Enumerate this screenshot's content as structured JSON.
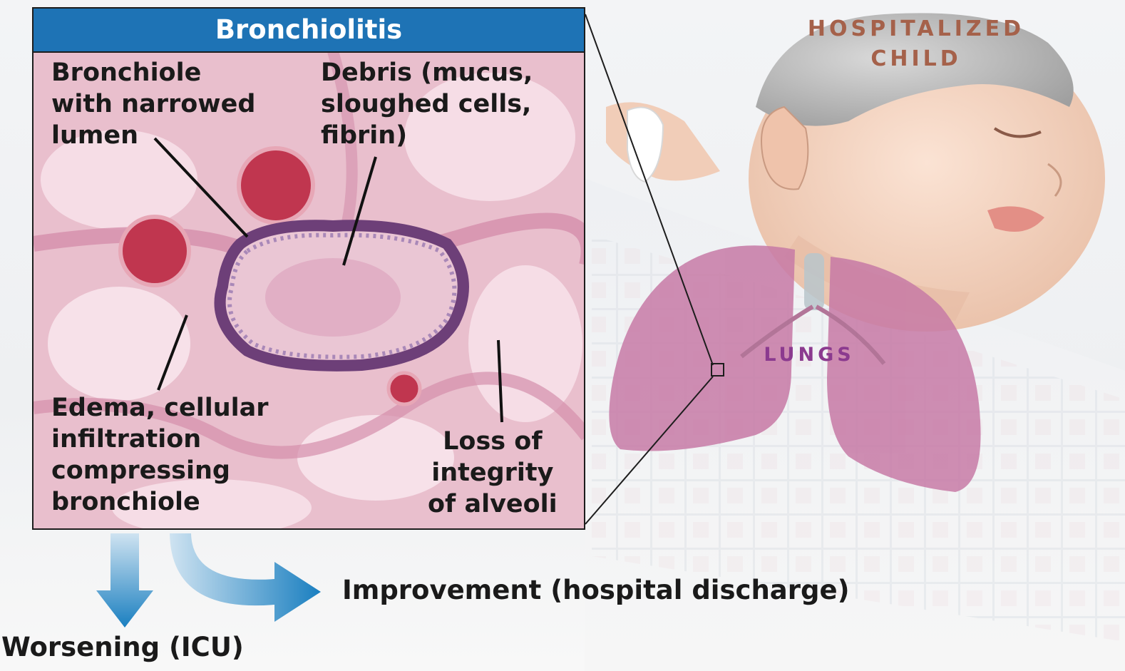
{
  "figure": {
    "inset_title": "Bronchiolitis",
    "labels": {
      "bronchiole": "Bronchiole\nwith narrowed\nlumen",
      "debris": "Debris (mucus,\nsloughed cells,\nfibrin)",
      "edema": "Edema, cellular\ninfiltration\ncompressing\nbronchiole",
      "alveoli": "Loss of\nintegrity\nof alveoli"
    },
    "patient_label": "HOSPITALIZED\nCHILD",
    "lungs_label": "LUNGS",
    "outcomes": {
      "improvement": "Improvement (hospital discharge)",
      "worsening": "Worsening (ICU)"
    }
  },
  "colors": {
    "title_bar": "#1e73b5",
    "arrow": "#1a7fc0",
    "tissue": "#e8bccb",
    "lung": "#c77aa6",
    "caps_label_brown": "#a5614a",
    "caps_label_purple": "#8b3a8f"
  }
}
